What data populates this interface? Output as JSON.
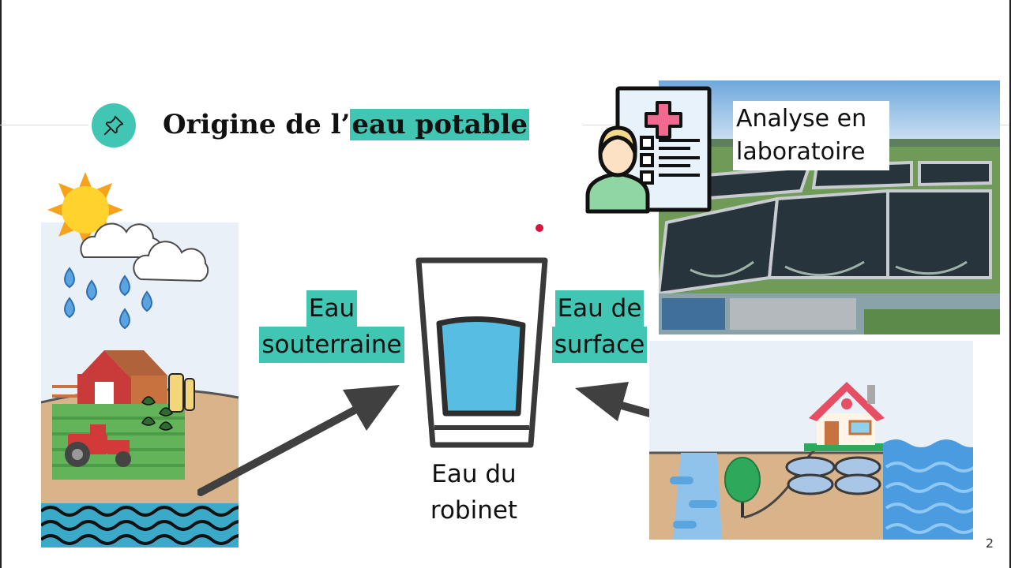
{
  "slide": {
    "title_prefix": "Origine de l’",
    "title_highlight": "eau potable",
    "slide_number": "2"
  },
  "labels": {
    "groundwater_line1": "Eau",
    "groundwater_line2": "souterraine",
    "surface_line1": "Eau de",
    "surface_line2": "surface",
    "tap_line1": "Eau du",
    "tap_line2": "robinet",
    "lab_line1": "Analyse en",
    "lab_line2": "laboratoire"
  },
  "colors": {
    "accent": "#41c6b4",
    "pointer_dot": "#d6143c",
    "arrow": "#404040"
  },
  "icons": {
    "title_icon": "pushpin-icon",
    "lab_icon": "medical-report-icon"
  }
}
